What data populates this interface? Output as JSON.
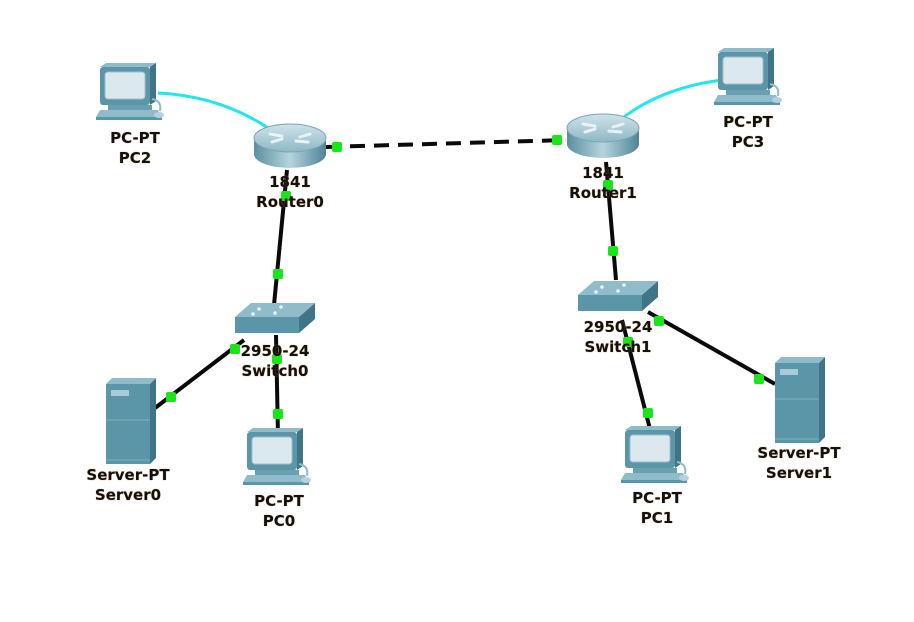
{
  "topology": {
    "devices": [
      {
        "id": "pc2",
        "model": "PC-PT",
        "name": "PC2",
        "type": "pc"
      },
      {
        "id": "pc3",
        "model": "PC-PT",
        "name": "PC3",
        "type": "pc"
      },
      {
        "id": "router0",
        "model": "1841",
        "name": "Router0",
        "type": "router"
      },
      {
        "id": "router1",
        "model": "1841",
        "name": "Router1",
        "type": "router"
      },
      {
        "id": "switch0",
        "model": "2950-24",
        "name": "Switch0",
        "type": "switch"
      },
      {
        "id": "switch1",
        "model": "2950-24",
        "name": "Switch1",
        "type": "switch"
      },
      {
        "id": "server0",
        "model": "Server-PT",
        "name": "Server0",
        "type": "server"
      },
      {
        "id": "pc0",
        "model": "PC-PT",
        "name": "PC0",
        "type": "pc"
      },
      {
        "id": "pc1",
        "model": "PC-PT",
        "name": "PC1",
        "type": "pc"
      },
      {
        "id": "server1",
        "model": "Server-PT",
        "name": "Server1",
        "type": "server"
      }
    ],
    "links": [
      {
        "from": "pc2",
        "to": "router0",
        "cable": "console",
        "status": "none"
      },
      {
        "from": "pc3",
        "to": "router1",
        "cable": "console",
        "status": "none"
      },
      {
        "from": "router0",
        "to": "router1",
        "cable": "crossover",
        "status": "up"
      },
      {
        "from": "router0",
        "to": "switch0",
        "cable": "straight",
        "status": "up"
      },
      {
        "from": "router1",
        "to": "switch1",
        "cable": "straight",
        "status": "up"
      },
      {
        "from": "switch0",
        "to": "server0",
        "cable": "straight",
        "status": "up"
      },
      {
        "from": "switch0",
        "to": "pc0",
        "cable": "straight",
        "status": "up"
      },
      {
        "from": "switch1",
        "to": "pc1",
        "cable": "straight",
        "status": "up"
      },
      {
        "from": "switch1",
        "to": "server1",
        "cable": "straight",
        "status": "up"
      }
    ]
  },
  "colors": {
    "console_cable": "#22e6ee",
    "ethernet_cable": "#0a0a0a",
    "link_up": "#19e619",
    "device_body": "#5b95a8",
    "device_light": "#a9ccd8",
    "label_text": "#111111"
  }
}
